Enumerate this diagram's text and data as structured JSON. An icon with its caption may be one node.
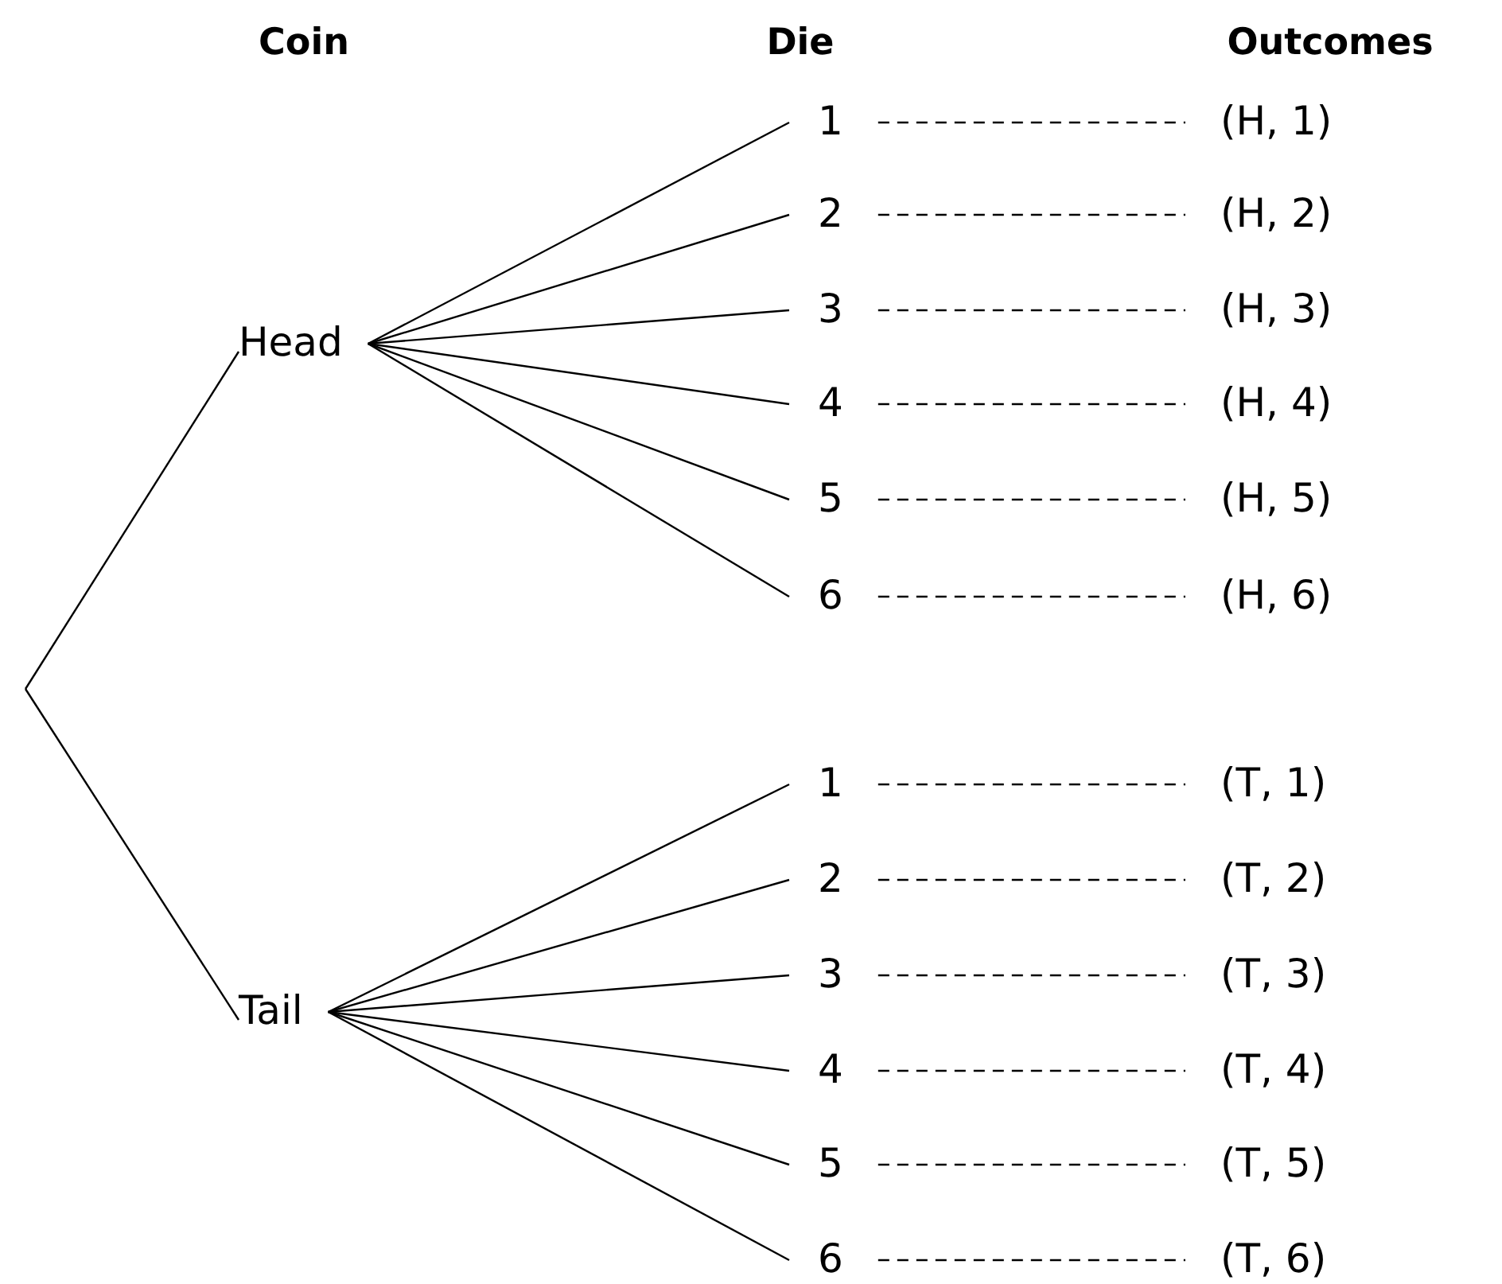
{
  "diagram": {
    "nodes": [
      {
        "text": [
          "Head"
        ]
      },
      {
        "text": [
          "1"
        ]
      },
      {
        "text": [
          "(H, 1)"
        ]
      },
      {
        "text": [
          "2"
        ]
      },
      {
        "text": [
          "(H, 2)"
        ]
      },
      {
        "text": [
          "3"
        ]
      },
      {
        "text": [
          "(H, 3)"
        ]
      },
      {
        "text": [
          "4"
        ]
      },
      {
        "text": [
          "(H, 4)"
        ]
      },
      {
        "text": [
          "5"
        ]
      },
      {
        "text": [
          "(H, 5)"
        ]
      },
      {
        "text": [
          "6"
        ]
      },
      {
        "text": [
          "(H, 6)"
        ]
      },
      {
        "text": [
          "Tail"
        ]
      },
      {
        "text": [
          "1"
        ]
      },
      {
        "text": [
          "(T, 1)"
        ]
      },
      {
        "text": [
          "2"
        ]
      },
      {
        "text": [
          "(T, 2)"
        ]
      },
      {
        "text": [
          "3"
        ]
      },
      {
        "text": [
          "(T, 3)"
        ]
      },
      {
        "text": [
          "4"
        ]
      },
      {
        "text": [
          "(T, 4)"
        ]
      },
      {
        "text": [
          "5"
        ]
      },
      {
        "text": [
          "(T, 5)"
        ]
      },
      {
        "text": [
          "6"
        ]
      },
      {
        "text": [
          "(T, 6)"
        ]
      }
    ],
    "edges": [
      {
        "from": null,
        "to": 0,
        "arrow": "none"
      },
      {
        "from": null,
        "to": 13,
        "arrow": "none"
      },
      {
        "from": 0,
        "to": 1,
        "arrow": "none"
      },
      {
        "from": 0,
        "to": 3,
        "arrow": "none"
      },
      {
        "from": 0,
        "to": 5,
        "arrow": "none"
      },
      {
        "from": 0,
        "to": 7,
        "arrow": "none"
      },
      {
        "from": 0,
        "to": 9,
        "arrow": "none"
      },
      {
        "from": 0,
        "to": 11,
        "arrow": "none"
      },
      {
        "from": 1,
        "to": 2,
        "arrow": "none",
        "style": "dashed"
      },
      {
        "from": 3,
        "to": 4,
        "arrow": "none",
        "style": "dashed"
      },
      {
        "from": 5,
        "to": 6,
        "arrow": "none",
        "style": "dashed"
      },
      {
        "from": 7,
        "to": 8,
        "arrow": "none",
        "style": "dashed"
      },
      {
        "from": 9,
        "to": 10,
        "arrow": "none",
        "style": "dashed"
      },
      {
        "from": 11,
        "to": 12,
        "arrow": "none",
        "style": "dashed"
      },
      {
        "from": 13,
        "to": 14,
        "arrow": "none"
      },
      {
        "from": 13,
        "to": 16,
        "arrow": "none"
      },
      {
        "from": 13,
        "to": 18,
        "arrow": "none"
      },
      {
        "from": 13,
        "to": 20,
        "arrow": "none"
      },
      {
        "from": 13,
        "to": 22,
        "arrow": "none"
      },
      {
        "from": 13,
        "to": 24,
        "arrow": "none"
      },
      {
        "from": 14,
        "to": 15,
        "arrow": "none",
        "style": "dashed"
      },
      {
        "from": 16,
        "to": 17,
        "arrow": "none",
        "style": "dashed"
      },
      {
        "from": 18,
        "to": 19,
        "arrow": "none",
        "style": "dashed"
      },
      {
        "from": 20,
        "to": 21,
        "arrow": "none",
        "style": "dashed"
      },
      {
        "from": 22,
        "to": 23,
        "arrow": "none",
        "style": "dashed"
      },
      {
        "from": 24,
        "to": 25,
        "arrow": "none",
        "style": "dashed"
      }
    ],
    "labels": [
      "Coin",
      "Die",
      "Outcomes"
    ]
  }
}
